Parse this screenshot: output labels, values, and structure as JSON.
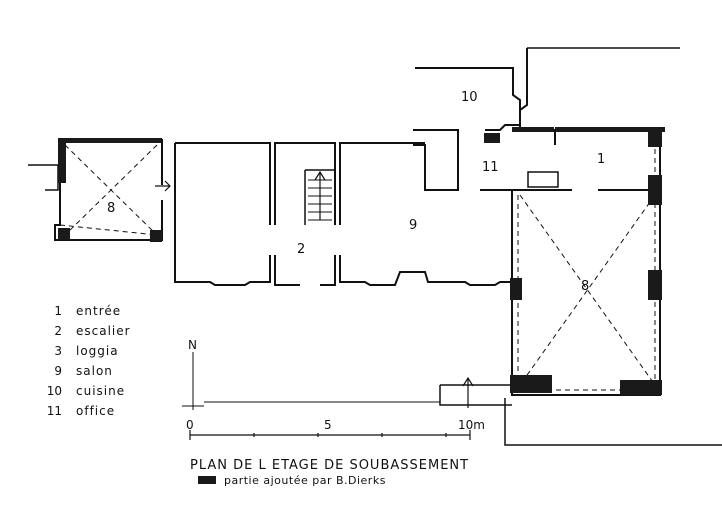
{
  "rooms": {
    "r10": "10",
    "r11": "11",
    "r1": "1",
    "r2": "2",
    "r9": "9",
    "r8_left": "8",
    "r8_right": "8"
  },
  "legend": [
    {
      "num": "1",
      "label": "entrée"
    },
    {
      "num": "2",
      "label": "escalier"
    },
    {
      "num": "3",
      "label": "loggia"
    },
    {
      "num": "9",
      "label": "salon"
    },
    {
      "num": "10",
      "label": "cuisine"
    },
    {
      "num": "11",
      "label": "office"
    }
  ],
  "north": "N",
  "scale": {
    "zero": "0",
    "mid": "5",
    "end": "10m"
  },
  "title": "PLAN DE L ETAGE DE SOUBASSEMENT",
  "subtitle": "partie ajoutée par B.Dierks",
  "colors": {
    "ink": "#111111",
    "fill_added": "#1a1a1a",
    "paper": "#ffffff"
  }
}
